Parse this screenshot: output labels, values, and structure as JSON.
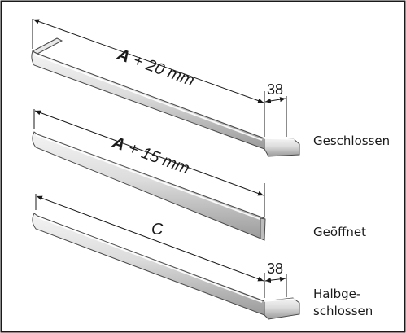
{
  "rails": [
    {
      "id": "closed",
      "dimension": {
        "variable": "A",
        "suffix": "+ 20 mm"
      },
      "end_dimension": "38",
      "state_label": "Geschlossen"
    },
    {
      "id": "open",
      "dimension": {
        "variable": "A",
        "suffix": "+ 15 mm"
      },
      "state_label": "Geöffnet"
    },
    {
      "id": "half-closed",
      "dimension": {
        "variable": "C"
      },
      "end_dimension": "38",
      "state_label_lines": [
        "Halbge-",
        "schlossen"
      ]
    }
  ],
  "colors": {
    "frame": "#1a1a1a",
    "rail_fill": "#d9d9d9",
    "rail_highlight": "#f2f2f2",
    "rail_shadow": "#8c8c8c",
    "line": "#1a1a1a"
  }
}
